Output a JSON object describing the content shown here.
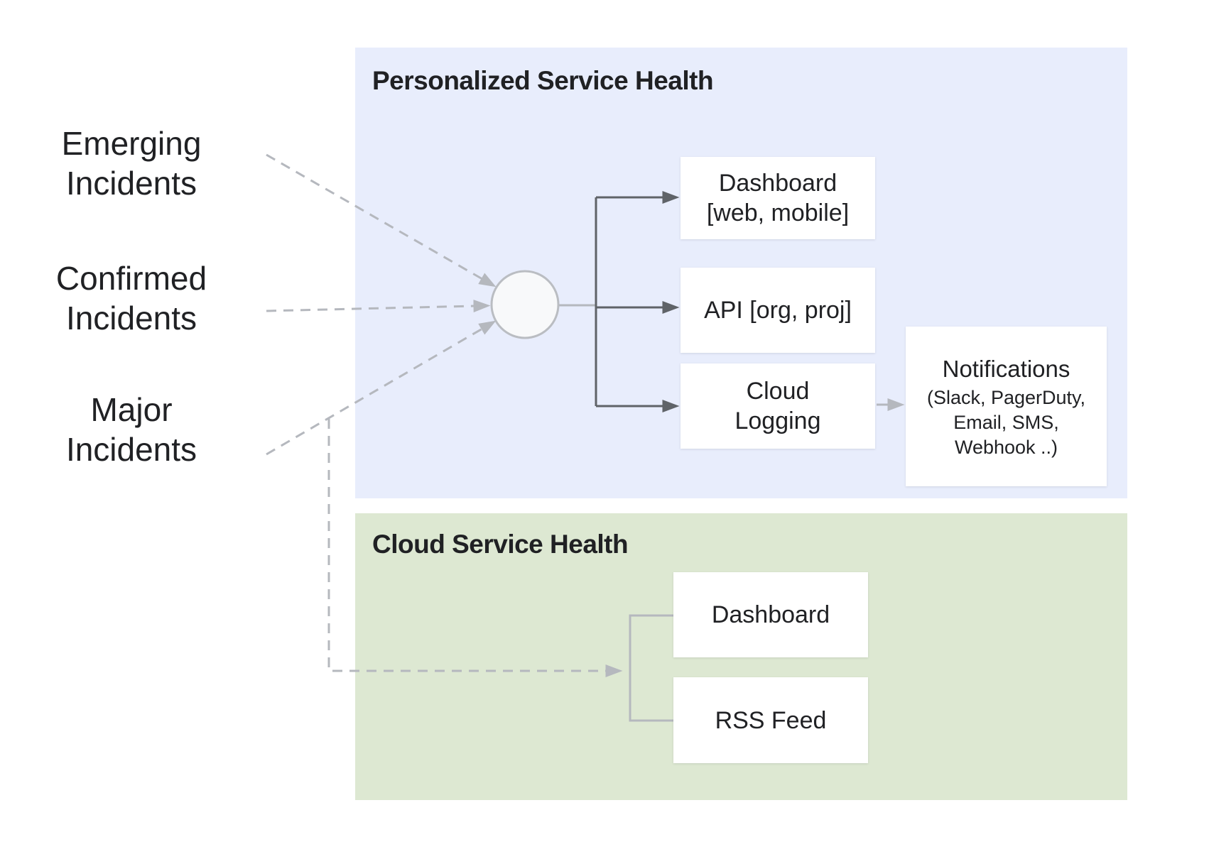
{
  "colors": {
    "panel_blue": "#e8edfc",
    "panel_green": "#dde8d2",
    "box_bg": "#ffffff",
    "text": "#202124",
    "arrow_dark": "#5f6368",
    "line_light": "#b5b8be",
    "circle_fill": "#f8f9fa",
    "circle_stroke": "#babdc2"
  },
  "inputs": [
    {
      "line1": "Emerging",
      "line2": "Incidents"
    },
    {
      "line1": "Confirmed",
      "line2": "Incidents"
    },
    {
      "line1": "Major",
      "line2": "Incidents"
    }
  ],
  "blue_panel": {
    "title": "Personalized Service Health",
    "dashboard": {
      "line1": "Dashboard",
      "line2": "[web, mobile]"
    },
    "api": {
      "label": "API [org, proj]"
    },
    "cloud_logging": {
      "line1": "Cloud",
      "line2": "Logging"
    },
    "notifications": {
      "title": "Notifications",
      "sub1": "(Slack, PagerDuty,",
      "sub2": "Email, SMS,",
      "sub3": "Webhook ..)"
    }
  },
  "green_panel": {
    "title": "Cloud Service Health",
    "dashboard": {
      "label": "Dashboard"
    },
    "rss": {
      "label": "RSS Feed"
    }
  }
}
